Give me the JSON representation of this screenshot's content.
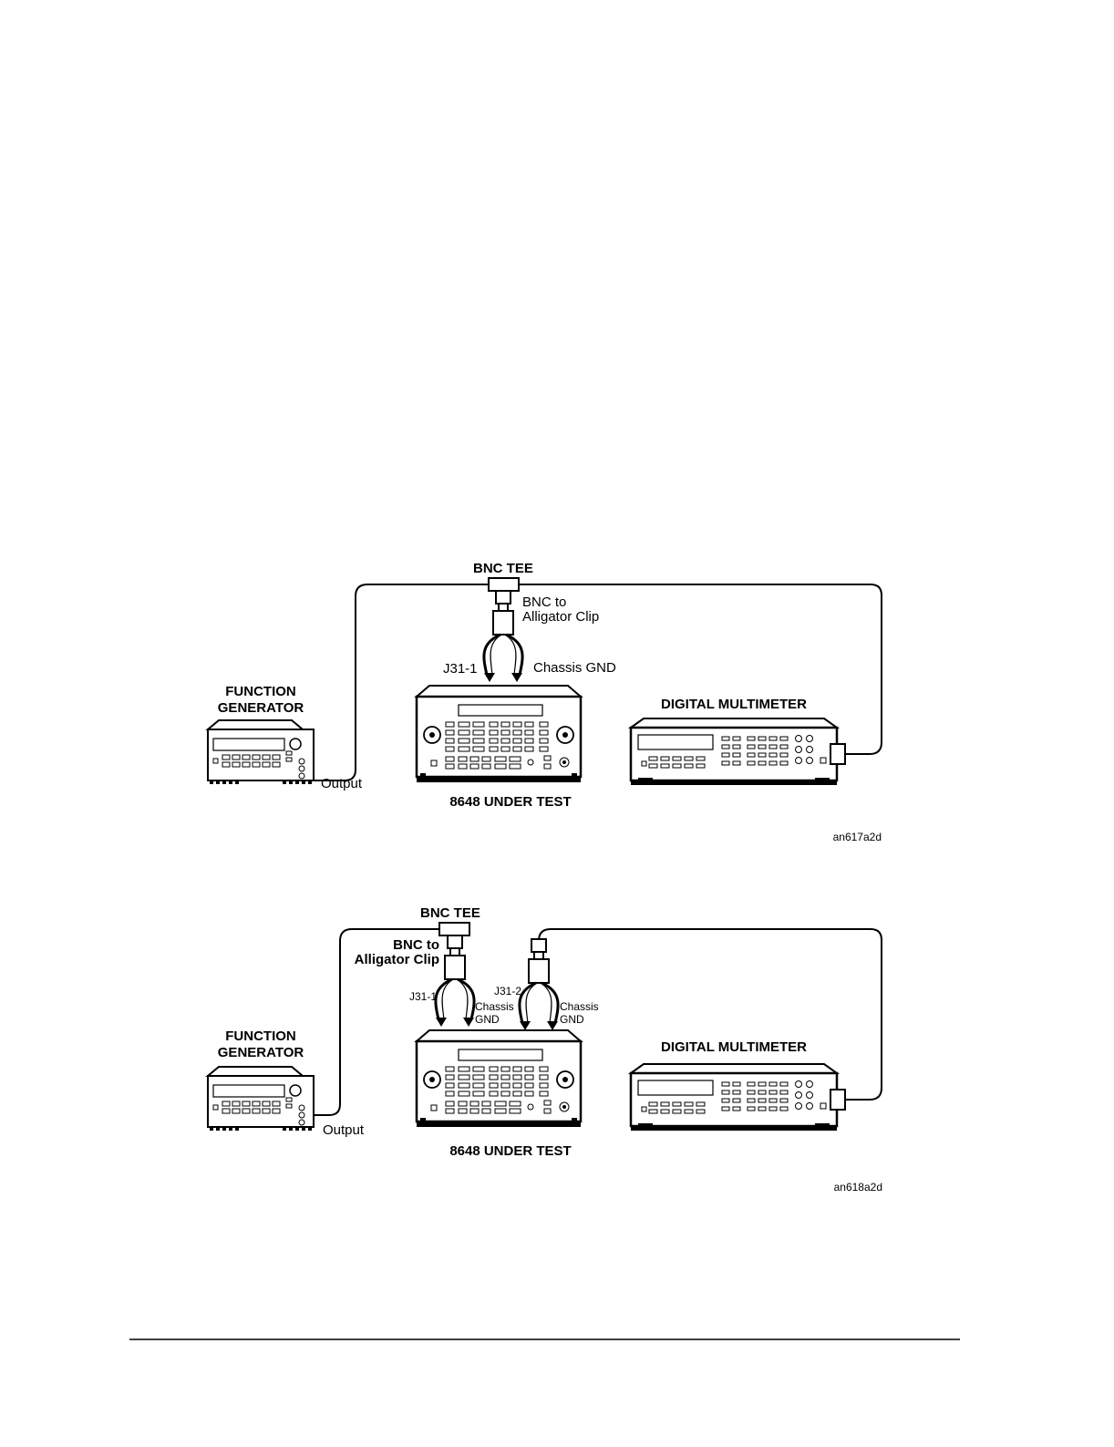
{
  "diagram1": {
    "bnc_tee": "BNC TEE",
    "bnc_to_line1": "BNC to",
    "bnc_to_line2": "Alligator Clip",
    "j31_1": "J31-1",
    "chassis_gnd": "Chassis GND",
    "function_generator_line1": "FUNCTION",
    "function_generator_line2": "GENERATOR",
    "digital_multimeter": "DIGITAL MULTIMETER",
    "output": "Output",
    "under_test": "8648 UNDER TEST",
    "figure_id": "an617a2d"
  },
  "diagram2": {
    "bnc_tee": "BNC TEE",
    "bnc_to_line1": "BNC to",
    "bnc_to_line2": "Alligator Clip",
    "j31_1": "J31-1",
    "j31_2": "J31-2",
    "chassis_a_line1": "Chassis",
    "chassis_a_line2": "GND",
    "chassis_b_line1": "Chassis",
    "chassis_b_line2": "GND",
    "function_generator_line1": "FUNCTION",
    "function_generator_line2": "GENERATOR",
    "digital_multimeter": "DIGITAL MULTIMETER",
    "output": "Output",
    "under_test": "8648 UNDER TEST",
    "figure_id": "an618a2d"
  }
}
